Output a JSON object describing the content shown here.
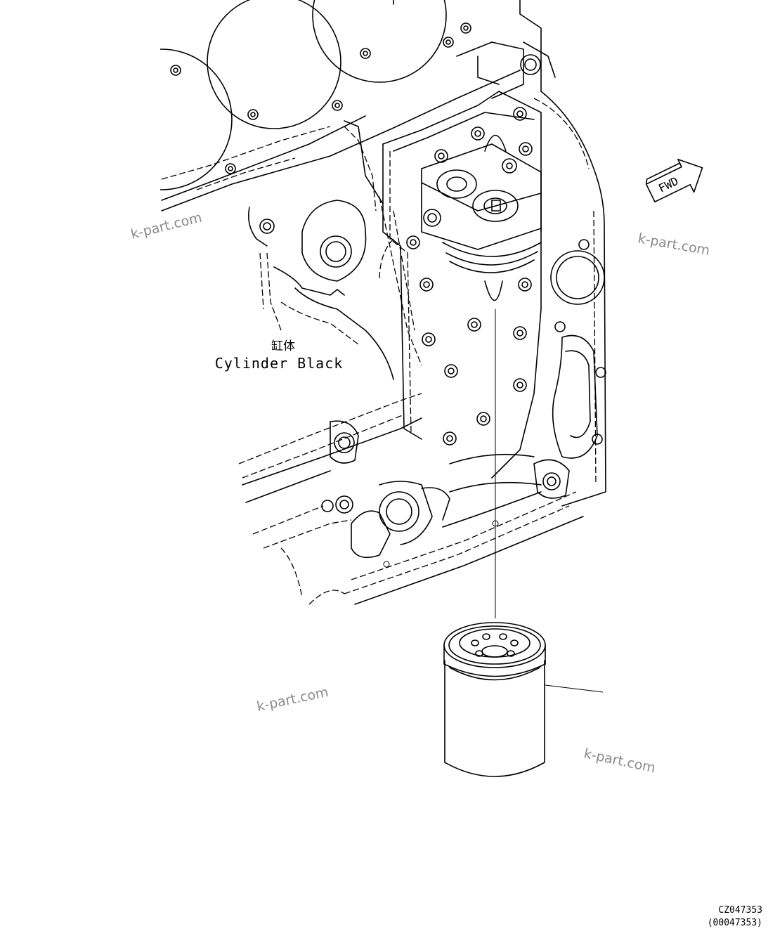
{
  "label": {
    "jp": "缸体",
    "en": "Cylinder Black"
  },
  "fwd_badge": "FWD",
  "watermark": "k-part.com",
  "footer": {
    "code1": "CZ047353",
    "code2": "(00047353)"
  },
  "icons": {
    "direction_arrow": "fwd-arrow-icon"
  }
}
